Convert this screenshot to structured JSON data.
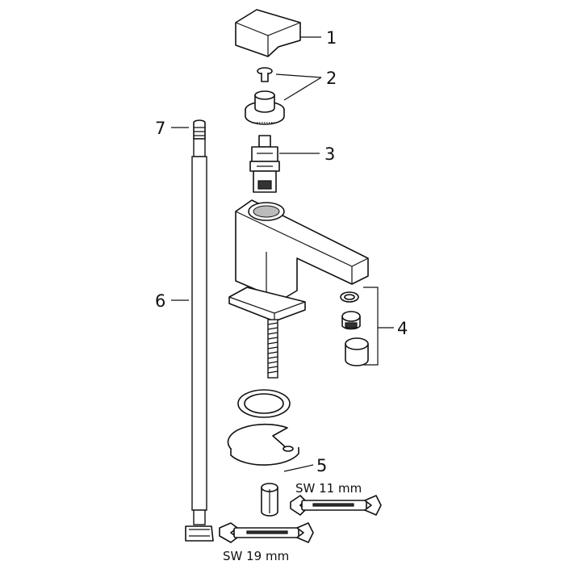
{
  "callouts": {
    "n1": "1",
    "n2": "2",
    "n3": "3",
    "n4": "4",
    "n5": "5",
    "n6": "6",
    "n7": "7"
  },
  "wrench_small": "SW 11 mm",
  "wrench_large": "SW 19 mm"
}
